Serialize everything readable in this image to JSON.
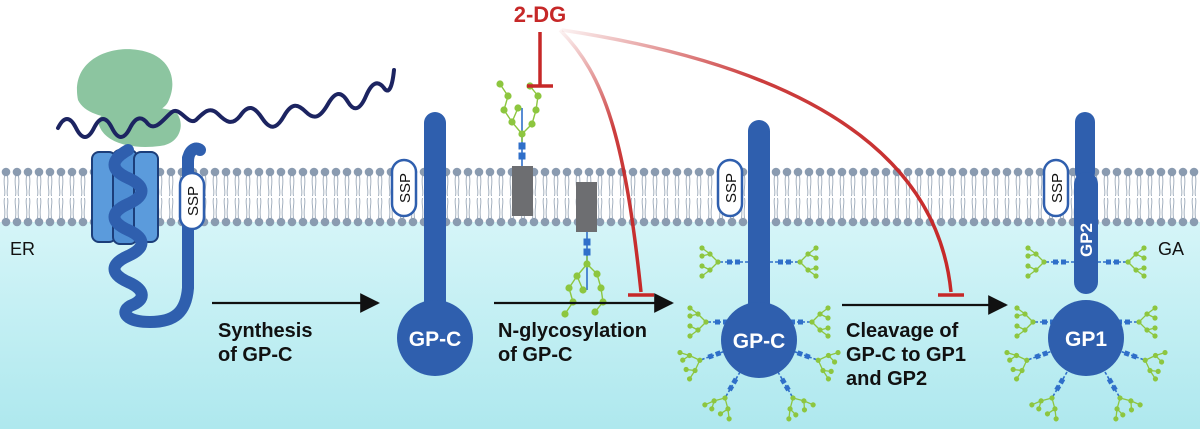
{
  "compartments": {
    "left": "ER",
    "right": "GA"
  },
  "drug": {
    "name": "2-DG"
  },
  "steps": {
    "synthesis": [
      "Synthesis",
      "of GP-C"
    ],
    "glycosylation": [
      "N-glycosylation",
      "of GP-C"
    ],
    "cleavage": [
      "Cleavage of",
      "GP-C to GP1",
      "and GP2"
    ]
  },
  "proteins": {
    "precursor": "GP-C",
    "gp1": "GP1",
    "gp2": "GP2",
    "ssp": "SSP"
  },
  "colors": {
    "protein": "#2f5fae",
    "protein_light": "#5b9bdc",
    "ribosome": "#8cc5a0",
    "mrna": "#1c2461",
    "inhibition": "#c62828",
    "glycan_green": "#8dc63f",
    "glycan_blue": "#2f6fc9",
    "oligosaccharyltransferase": "#6d6e71",
    "membrane": "#8a9bb0",
    "lumen": "#bfeef3"
  }
}
